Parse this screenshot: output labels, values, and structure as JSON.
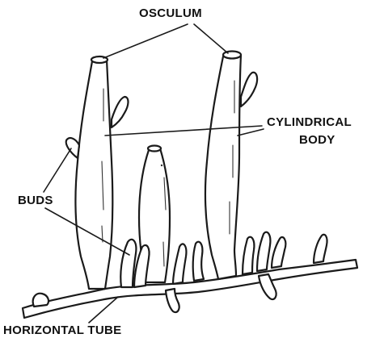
{
  "labels": {
    "osculum": "OSCULUM",
    "cylindrical_line1": "CYLINDRICAL",
    "cylindrical_line2": "BODY",
    "buds": "BUDS",
    "horizontal_tube": "HORIZONTAL TUBE"
  }
}
